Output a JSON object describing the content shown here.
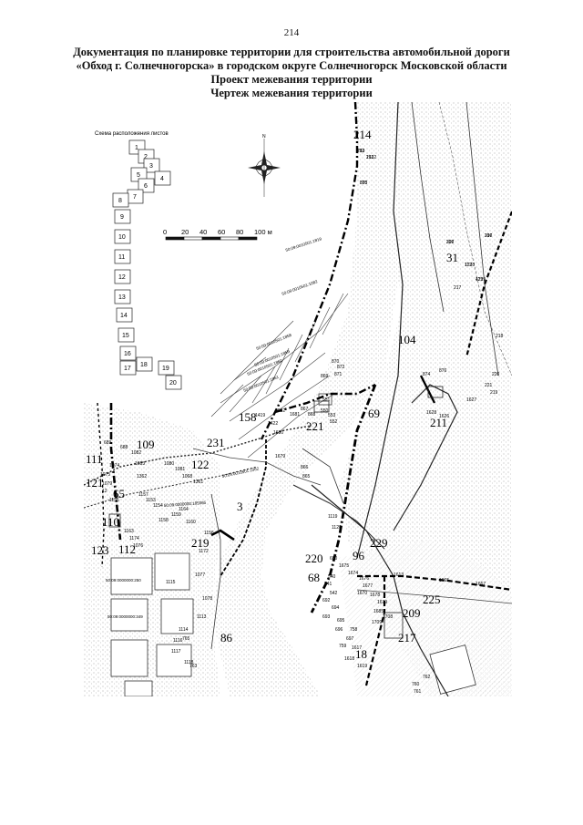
{
  "page_number": "214",
  "title_lines": [
    "Документация по планировке территории для строительства автомобильной дороги",
    "«Обход г. Солнечногорска» в городском округе Солнечногорск Московской области",
    "Проект межевания территории",
    "Чертеж межевания территории"
  ],
  "schema": {
    "title": "Схема расположения листов",
    "sheets": [
      "1",
      "2",
      "3",
      "4",
      "5",
      "6",
      "7",
      "8",
      "9",
      "10",
      "11",
      "12",
      "13",
      "14",
      "15",
      "16",
      "17",
      "18",
      "19",
      "20"
    ]
  },
  "compass": {
    "north_label": "N"
  },
  "scale_bar": {
    "ticks": [
      "0",
      "20",
      "40",
      "60",
      "80",
      "100 м"
    ]
  },
  "big_labels": [
    "214",
    "31",
    "104",
    "69",
    "221",
    "211",
    "158",
    "231",
    "122",
    "109",
    "111",
    "121",
    "65",
    "3",
    "110",
    "112",
    "123",
    "219",
    "229",
    "220",
    "96",
    "68",
    "225",
    "209",
    "217",
    "18",
    "86"
  ],
  "small_labels": [
    "212",
    "213",
    "873",
    "227",
    "216",
    "1738",
    "1739",
    "217",
    "218",
    "874",
    "876",
    "1627",
    "1628",
    "1626",
    "219",
    "220",
    "221",
    "551",
    "553",
    "550",
    "552",
    "871",
    "872",
    "870",
    "869",
    "868",
    "867",
    "1681",
    "1682",
    "1419",
    "1422",
    "1680",
    "1679",
    "866",
    "865",
    "689",
    "688",
    "1082",
    "1083",
    "1074",
    "1075",
    "1079",
    "1080",
    "1081",
    "1068",
    "1361",
    "1362",
    "12",
    "1155",
    "1157",
    "1153",
    "1154",
    "1158",
    "1159",
    "1160",
    "1164",
    "1156",
    "1172",
    "1163",
    "1174",
    "1076",
    "1077",
    "1078",
    "1113",
    "1114",
    "1115",
    "1116",
    "1117",
    "1118",
    "1119",
    "1120",
    "690",
    "1675",
    "1674",
    "1676",
    "1677",
    "1670",
    "1678",
    "1679",
    "1685",
    "1708",
    "1709",
    "1617",
    "1618",
    "1619",
    "1613",
    "1665",
    "1667",
    "540",
    "541",
    "542",
    "692",
    "693",
    "694",
    "695",
    "696",
    "697",
    "758",
    "759",
    "760",
    "761",
    "762",
    "763",
    "765",
    "783",
    "1612",
    "395",
    "396",
    "397",
    "112",
    "429"
  ],
  "cadastral_labels": [
    "50:09:0010501:1819",
    "50:09:0010501:1082",
    "50:09:0010501:1858",
    "50:09:0010501:1859",
    "50:09:0010501:1860",
    "50:09:0010501:1861",
    "50:09:0010501:1062",
    "50:09:0000000:185565",
    "50:09:0000000:250",
    "50:09:0000000:349"
  ]
}
